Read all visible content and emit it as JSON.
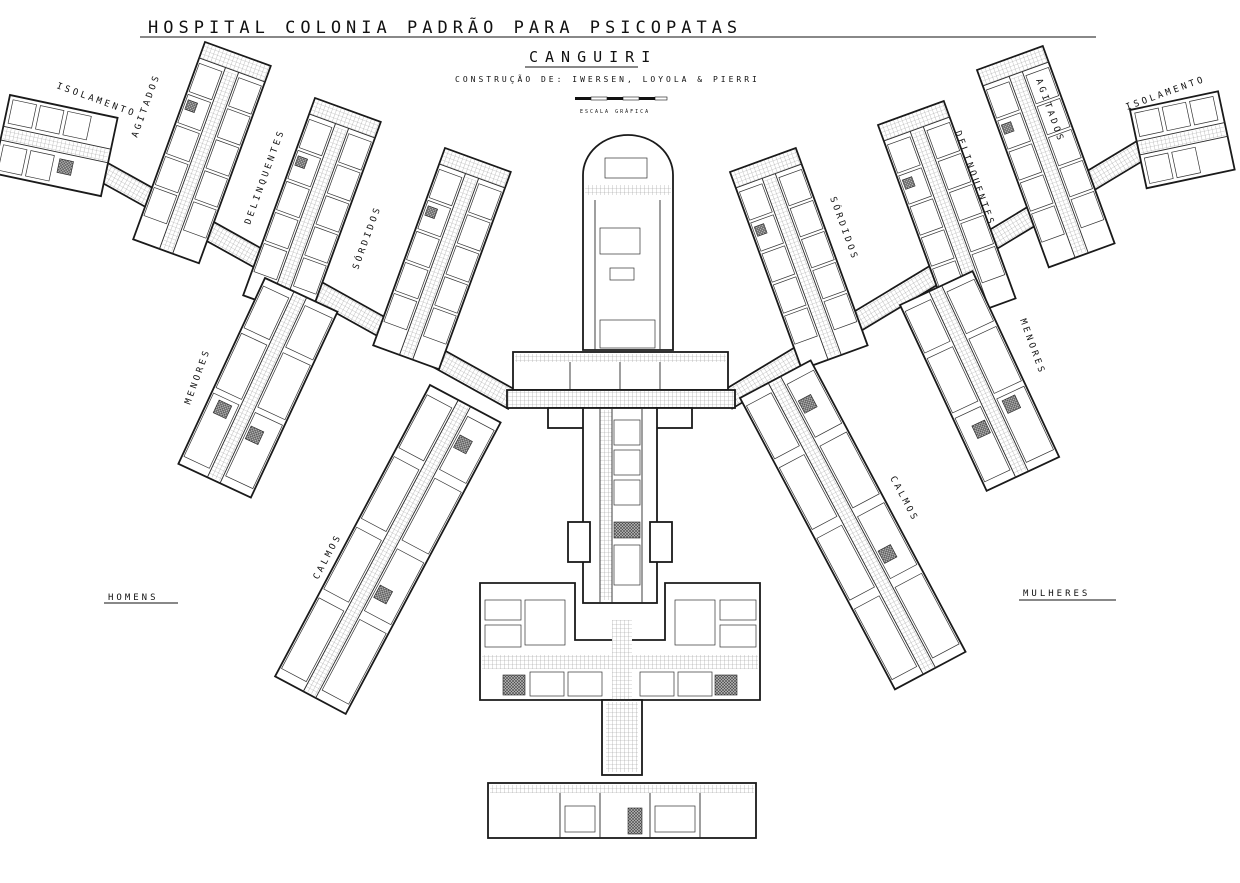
{
  "plan": {
    "title": "HOSPITAL COLONIA PADRÃO PARA PSICOPATAS",
    "subtitle": "CANGUIRI",
    "credit": "CONSTRUÇÃO DE: IWERSEN, LOYOLA & PIERRI",
    "scale_label": "ESCALA GRÁFICA",
    "side_left": "HOMENS",
    "side_right": "MULHERES",
    "wings_left": [
      "ISOLAMENTO",
      "AGITADOS",
      "DELINQUENTES",
      "SÓRDIDOS",
      "MENORES",
      "CALMOS"
    ],
    "wings_right": [
      "ISOLAMENTO",
      "AGITADOS",
      "DELINQUENTES",
      "SÓRDIDOS",
      "MENORES",
      "CALMOS"
    ]
  }
}
